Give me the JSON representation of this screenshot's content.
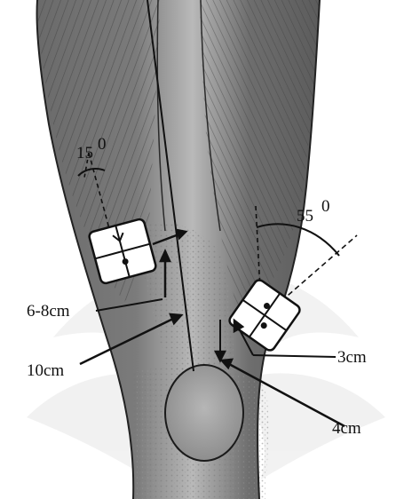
{
  "figure": {
    "labels": {
      "angle_medial": "15",
      "angle_medial_degree": "0",
      "angle_lateral": "55",
      "angle_lateral_degree": "0",
      "dist_6_8": "6-8cm",
      "dist_10": "10cm",
      "dist_3": "3cm",
      "dist_4": "4cm"
    },
    "colors": {
      "background": "#ffffff",
      "muscle_dark": "#5a5a5a",
      "muscle_mid": "#8c8c8c",
      "fat_light": "#cfcfcf",
      "line": "#111111",
      "watermark": "#e6e6e6"
    },
    "icons": [
      "electrode-pad-medial",
      "electrode-pad-lateral",
      "patella"
    ]
  }
}
